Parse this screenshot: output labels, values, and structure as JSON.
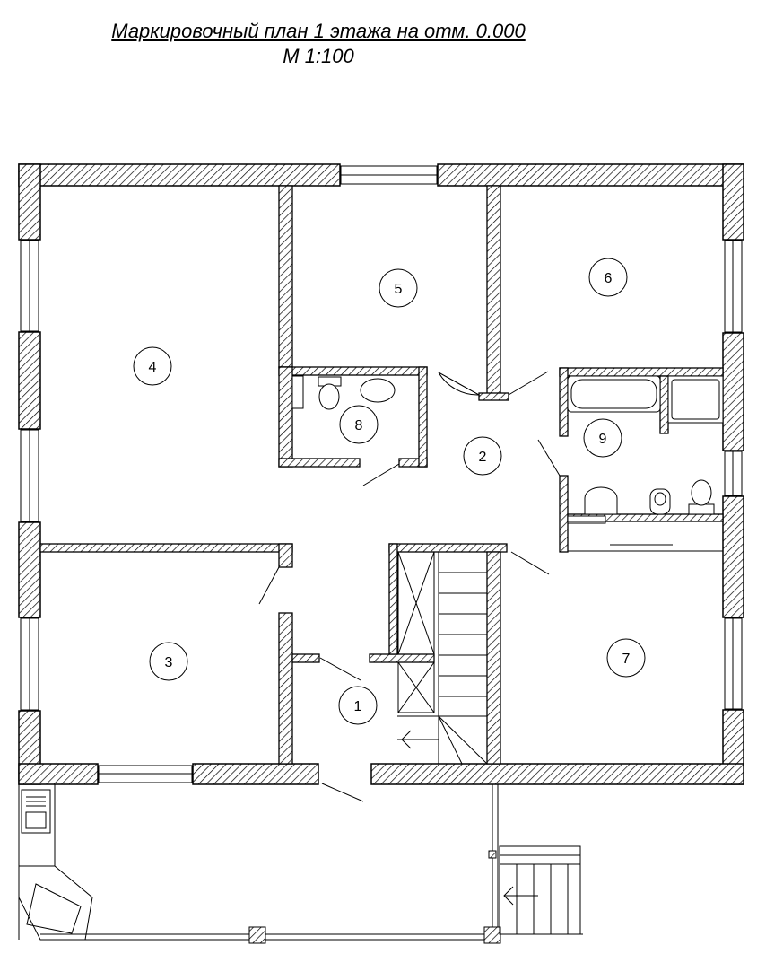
{
  "title": {
    "line1": "Маркировочный план 1 этажа на отм. 0.000",
    "line2": "М 1:100"
  },
  "rooms": [
    {
      "id": "1",
      "label": "1"
    },
    {
      "id": "2",
      "label": "2"
    },
    {
      "id": "3",
      "label": "3"
    },
    {
      "id": "4",
      "label": "4"
    },
    {
      "id": "5",
      "label": "5"
    },
    {
      "id": "6",
      "label": "6"
    },
    {
      "id": "7",
      "label": "7"
    },
    {
      "id": "8",
      "label": "8"
    },
    {
      "id": "9",
      "label": "9"
    }
  ]
}
